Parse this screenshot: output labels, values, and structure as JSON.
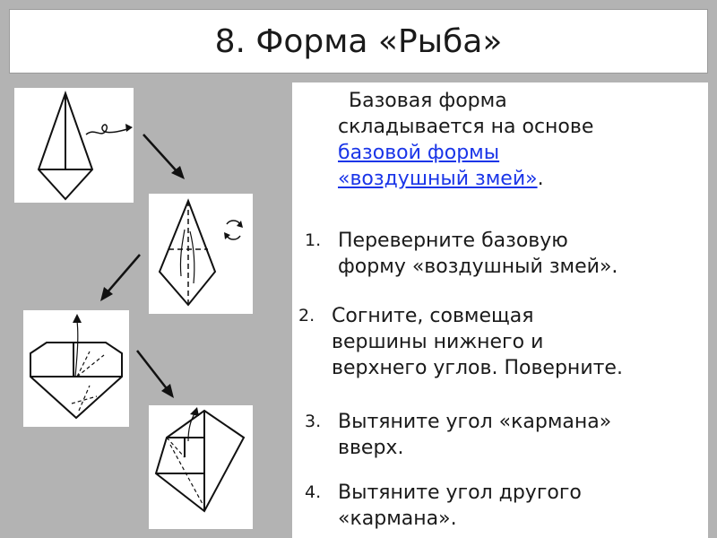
{
  "title": "8. Форма «Рыба»",
  "intro": {
    "line1": "Базовая форма",
    "line2": "складывается на основе",
    "link_line1": "базовой формы",
    "link_line2": "«воздушный змей»",
    "period": "."
  },
  "steps": [
    {
      "num": "1.",
      "lines": [
        "Переверните базовую",
        "форму «воздушный змей»."
      ]
    },
    {
      "num": "2.",
      "lines": [
        "Согните, совмещая",
        "вершины нижнего и",
        "верхнего углов. Поверните."
      ]
    },
    {
      "num": "3.",
      "lines": [
        "Вытяните угол «кармана»",
        "вверх."
      ]
    },
    {
      "num": "4.",
      "lines": [
        "Вытяните угол другого",
        "«кармана»."
      ]
    }
  ],
  "icons": {
    "turn_over": "turn-over-icon",
    "rotate": "rotate-icon",
    "arrow": "arrow-icon"
  }
}
